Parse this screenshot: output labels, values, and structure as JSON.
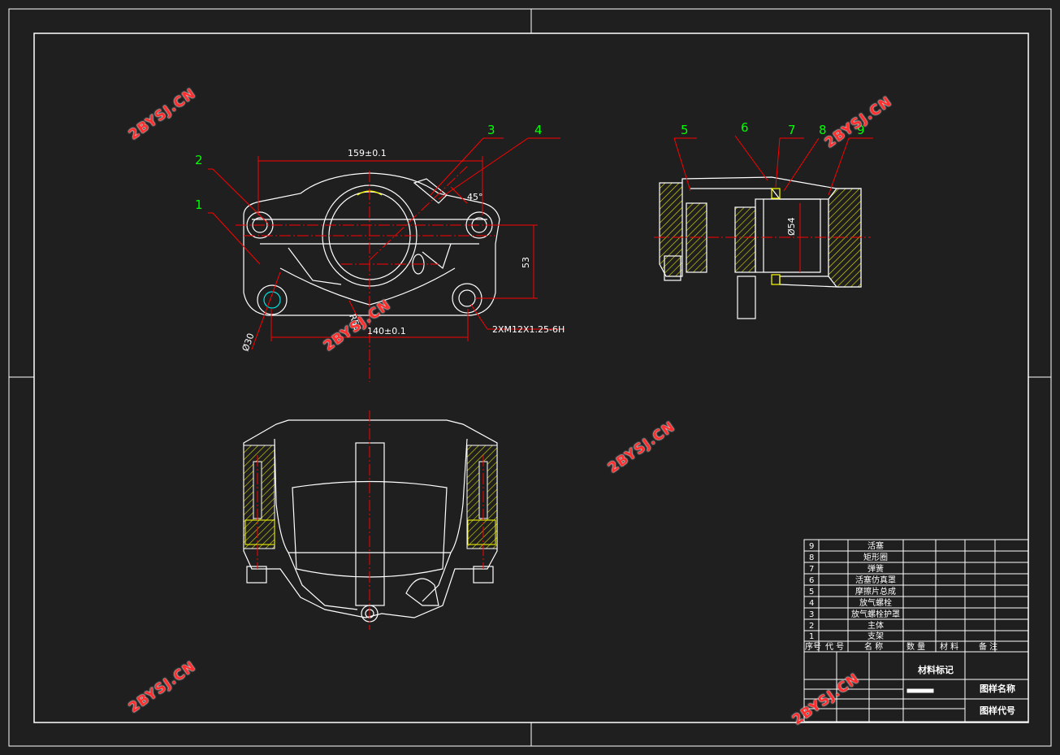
{
  "dimensions": {
    "width_top": "159±0.1",
    "width_bottom": "140±0.1",
    "height": "53",
    "diameter_30": "Ø30",
    "radius_55": "R55",
    "thread": "2XM12X1.25-6H",
    "angle": "45°",
    "diameter_54": "Ø54"
  },
  "callouts": [
    "1",
    "2",
    "3",
    "4",
    "5",
    "6",
    "7",
    "8",
    "9"
  ],
  "watermark": "2BYSJ.CN",
  "parts_list": [
    {
      "no": "9",
      "name": "活塞"
    },
    {
      "no": "8",
      "name": "矩形圈"
    },
    {
      "no": "7",
      "name": "弹簧"
    },
    {
      "no": "6",
      "name": "活塞仿真罩"
    },
    {
      "no": "5",
      "name": "摩擦片总成"
    },
    {
      "no": "4",
      "name": "放气螺栓"
    },
    {
      "no": "3",
      "name": "放气螺栓护罩"
    },
    {
      "no": "2",
      "name": "主体"
    },
    {
      "no": "1",
      "name": "支架"
    }
  ],
  "parts_header": {
    "no": "序号",
    "code": "代 号",
    "name": "名 称",
    "qty": "数 量",
    "material": "材 料",
    "note": "备 注"
  },
  "title_block": {
    "material_mark": "材料标记",
    "drawing_name": "图样名称",
    "drawing_code": "图样代号"
  },
  "colors": {
    "background": "#1f1f1f",
    "lines": "#ffffff",
    "center": "#ff0000",
    "hatch": "#ffff00",
    "text": "#00ff00",
    "watermark": "#ff2f2f"
  }
}
